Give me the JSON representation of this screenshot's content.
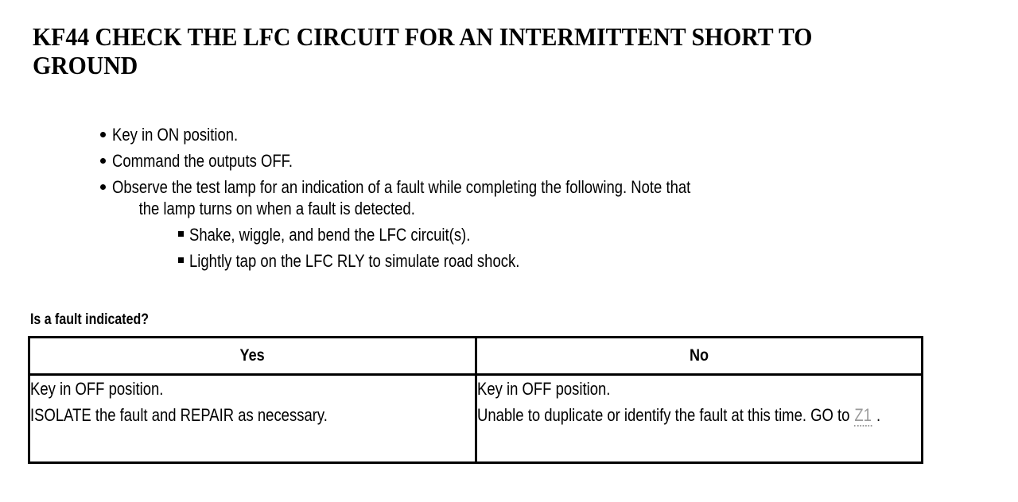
{
  "document": {
    "title": "KF44 CHECK THE LFC CIRCUIT FOR AN INTERMITTENT SHORT TO GROUND",
    "steps": [
      {
        "level": 1,
        "marker": "bullet-dot",
        "text": "Key in ON position."
      },
      {
        "level": 1,
        "marker": "bullet-dot",
        "text": "Command the outputs OFF."
      },
      {
        "level": 1,
        "marker": "bullet-dot",
        "text": "Observe the test lamp for an indication of a fault while completing the following. Note that",
        "continuation": "the lamp turns on when a fault is detected."
      },
      {
        "level": 2,
        "marker": "bullet-square",
        "text": "Shake, wiggle, and bend the LFC circuit(s)."
      },
      {
        "level": 2,
        "marker": "bullet-square",
        "text": "Lightly tap on the LFC RLY to simulate road shock."
      }
    ],
    "question": "Is a fault indicated?",
    "decision_table": {
      "headers": [
        "Yes",
        "No"
      ],
      "rows": [
        {
          "yes": "Key in OFF position.\nISOLATE the fault and REPAIR as necessary.",
          "no_before": "Key in OFF position.\nUnable to duplicate or identify the fault at this time. GO to ",
          "no_xref": "Z1",
          "no_after": " ."
        }
      ]
    },
    "colors": {
      "text": "#000000",
      "background": "#ffffff",
      "border": "#000000",
      "xref": "#9a9a9a"
    }
  }
}
